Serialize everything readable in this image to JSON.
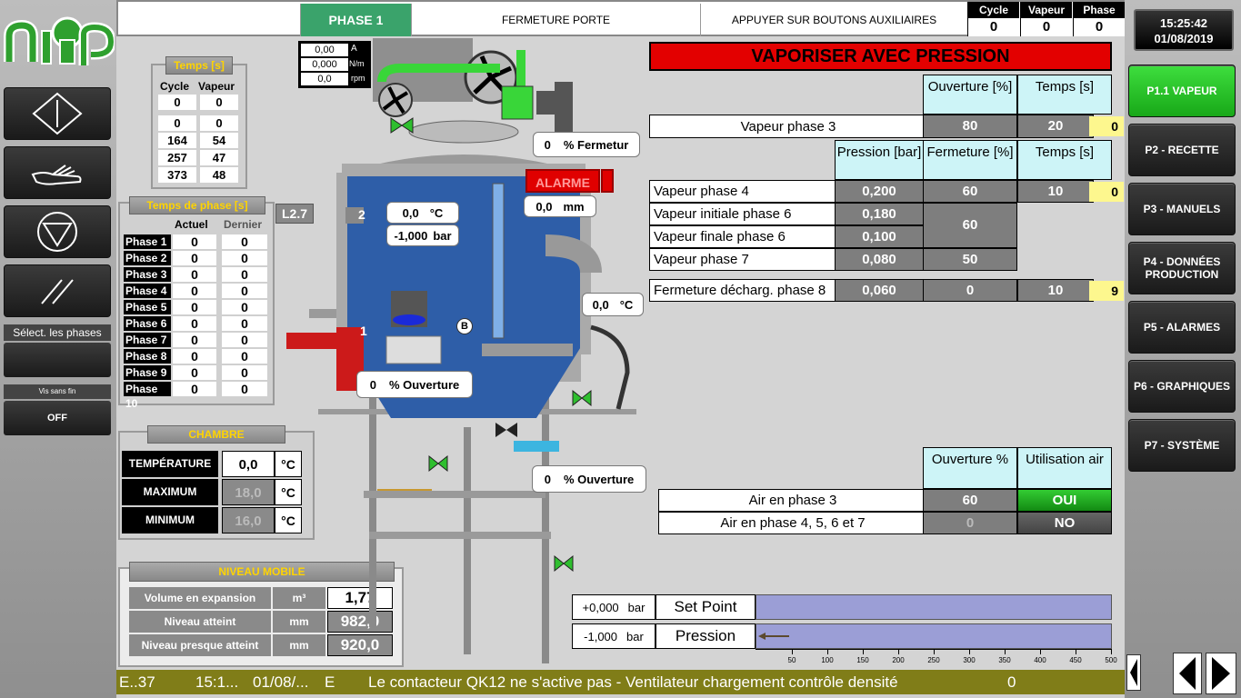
{
  "header": {
    "phase": "PHASE 1",
    "step1": "FERMETURE PORTE",
    "step2": "APPUYER SUR BOUTONS AUXILIAIRES",
    "counters": [
      {
        "label": "Cycle",
        "value": "0"
      },
      {
        "label": "Vapeur",
        "value": "0"
      },
      {
        "label": "Phase",
        "value": "0"
      }
    ],
    "time": "15:25:42",
    "date": "01/08/2019"
  },
  "nav": [
    {
      "label": "P1.1 VAPEUR",
      "active": true
    },
    {
      "label": "P2 - RECETTE"
    },
    {
      "label": "P3 - MANUELS"
    },
    {
      "label": "P4 - DONNÉES PRODUCTION"
    },
    {
      "label": "P5 - ALARMES"
    },
    {
      "label": "P6 - GRAPHIQUES"
    },
    {
      "label": "P7 - SYSTÈME"
    }
  ],
  "left": {
    "select_phases": "Sélect. les phases",
    "vis_label": "Vis sans fin",
    "vis_value": "OFF"
  },
  "motor": {
    "a": "0,00",
    "a_unit": "A",
    "nm": "0,000",
    "nm_unit": "N/m",
    "rpm": "0,0",
    "rpm_unit": "rpm"
  },
  "temps": {
    "title": "Temps [s]",
    "h_cycle": "Cycle",
    "h_vapeur": "Vapeur",
    "rows": [
      [
        "0",
        "0"
      ],
      [
        "0",
        "0"
      ],
      [
        "164",
        "54"
      ],
      [
        "257",
        "47"
      ],
      [
        "373",
        "48"
      ]
    ]
  },
  "temps_phase": {
    "title": "Temps de phase [s]",
    "h_actuel": "Actuel",
    "h_dernier": "Dernier",
    "rows": [
      {
        "label": "Phase 1",
        "a": "0",
        "d": "0"
      },
      {
        "label": "Phase 2",
        "a": "0",
        "d": "0"
      },
      {
        "label": "Phase 3",
        "a": "0",
        "d": "0"
      },
      {
        "label": "Phase 4",
        "a": "0",
        "d": "0"
      },
      {
        "label": "Phase 5",
        "a": "0",
        "d": "0"
      },
      {
        "label": "Phase 6",
        "a": "0",
        "d": "0"
      },
      {
        "label": "Phase 7",
        "a": "0",
        "d": "0"
      },
      {
        "label": "Phase 8",
        "a": "0",
        "d": "0"
      },
      {
        "label": "Phase 9",
        "a": "0",
        "d": "0"
      },
      {
        "label": "Phase 10",
        "a": "0",
        "d": "0"
      }
    ]
  },
  "chambre": {
    "title": "CHAMBRE",
    "rows": [
      {
        "label": "TEMPÉRATURE",
        "value": "0,0",
        "unit": "°C"
      },
      {
        "label": "MAXIMUM",
        "value": "18,0",
        "unit": "°C"
      },
      {
        "label": "MINIMUM",
        "value": "16,0",
        "unit": "°C"
      }
    ]
  },
  "niveau": {
    "title": "NIVEAU MOBILE",
    "rows": [
      {
        "label": "Volume en expansion",
        "unit": "m³",
        "value": "1,77"
      },
      {
        "label": "Niveau atteint",
        "unit": "mm",
        "value": "982,0"
      },
      {
        "label": "Niveau presque atteint",
        "unit": "mm",
        "value": "920,0"
      }
    ]
  },
  "synoptic": {
    "door_value": "0",
    "door_label": "% Fermetur",
    "l27": "L2.7",
    "label1": "1",
    "label2": "2",
    "labelB": "B",
    "temp1": "0,0",
    "temp1_unit": "°C",
    "press1": "-1,000",
    "press1_unit": "bar",
    "alarm": "ALARME",
    "level": "0,0",
    "level_unit": "mm",
    "temp2": "0,0",
    "temp2_unit": "°C",
    "valve1_value": "0",
    "valve1_label": "% Ouverture",
    "valve2_value": "0",
    "valve2_label": "% Ouverture"
  },
  "vapor": {
    "title": "VAPORISER AVEC PRESSION",
    "h_ouverture": "Ouverture [%]",
    "h_temps": "Temps [s]",
    "h_pression": "Pression [bar]",
    "h_fermeture": "Fermeture [%]",
    "phase3": {
      "label": "Vapeur phase 3",
      "ouverture": "80",
      "temps": "20",
      "count": "0"
    },
    "phase4": {
      "label": "Vapeur phase 4",
      "pression": "0,200",
      "fermeture": "60",
      "temps": "10",
      "count": "0"
    },
    "phase6i": {
      "label": "Vapeur initiale phase 6",
      "pression": "0,180"
    },
    "phase6f": {
      "label": "Vapeur finale phase 6",
      "pression": "0,100"
    },
    "phase6_fermeture": "60",
    "phase7": {
      "label": "Vapeur phase 7",
      "pression": "0,080",
      "fermeture": "50"
    },
    "phase8": {
      "label": "Fermeture décharg. phase 8",
      "pression": "0,060",
      "fermeture": "0",
      "temps": "10",
      "count": "9"
    }
  },
  "air": {
    "h_ouverture": "Ouverture %",
    "h_util": "Utilisation air",
    "rows": [
      {
        "label": "Air en phase 3",
        "ouverture": "60",
        "util": "OUI"
      },
      {
        "label": "Air en phase 4, 5, 6 et 7",
        "ouverture": "0",
        "util": "NO"
      }
    ]
  },
  "gauge": {
    "setpoint_value": "+0,000",
    "setpoint_unit": "bar",
    "setpoint_label": "Set Point",
    "pressure_value": "-1,000",
    "pressure_unit": "bar",
    "pressure_label": "Pression",
    "ticks": [
      "50",
      "100",
      "150",
      "200",
      "250",
      "300",
      "350",
      "400",
      "450",
      "500"
    ]
  },
  "status": {
    "code": "E..37",
    "time": "15:1...",
    "date": "01/08/...",
    "type": "E",
    "message": "Le contacteur QK12 ne s'active pas - Ventilateur chargement contrôle densité",
    "count": "0"
  },
  "colors": {
    "green": "#3aa36b",
    "alarm": "#e00000",
    "status": "#807d18",
    "header_cyan": "#cdf4f7"
  }
}
